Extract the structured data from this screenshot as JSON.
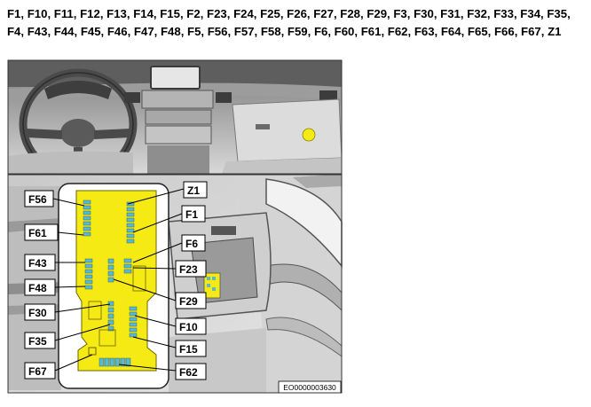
{
  "header": {
    "fuse_list": "F1, F10, F11, F12, F13, F14, F15, F2, F23, F24, F25, F26, F27, F28, F29, F3, F30, F31, F32, F33, F34, F35, F4, F43, F44, F45, F46, F47, F48, F5, F56, F57, F58, F59, F6, F60, F61, F62, F63, F64, F65, F66, F67, Z1"
  },
  "callouts": {
    "left": [
      "F56",
      "F61",
      "F43",
      "F48",
      "F30",
      "F35",
      "F67"
    ],
    "right": [
      "Z1",
      "F1",
      "F6",
      "F23",
      "F29",
      "F10",
      "F15",
      "F62"
    ]
  },
  "reference_code": "EO0000003630",
  "colors": {
    "fuse_box": "#f5ea14",
    "fuse_slot": "#5fb8c8",
    "marker": "#f5ea14"
  }
}
